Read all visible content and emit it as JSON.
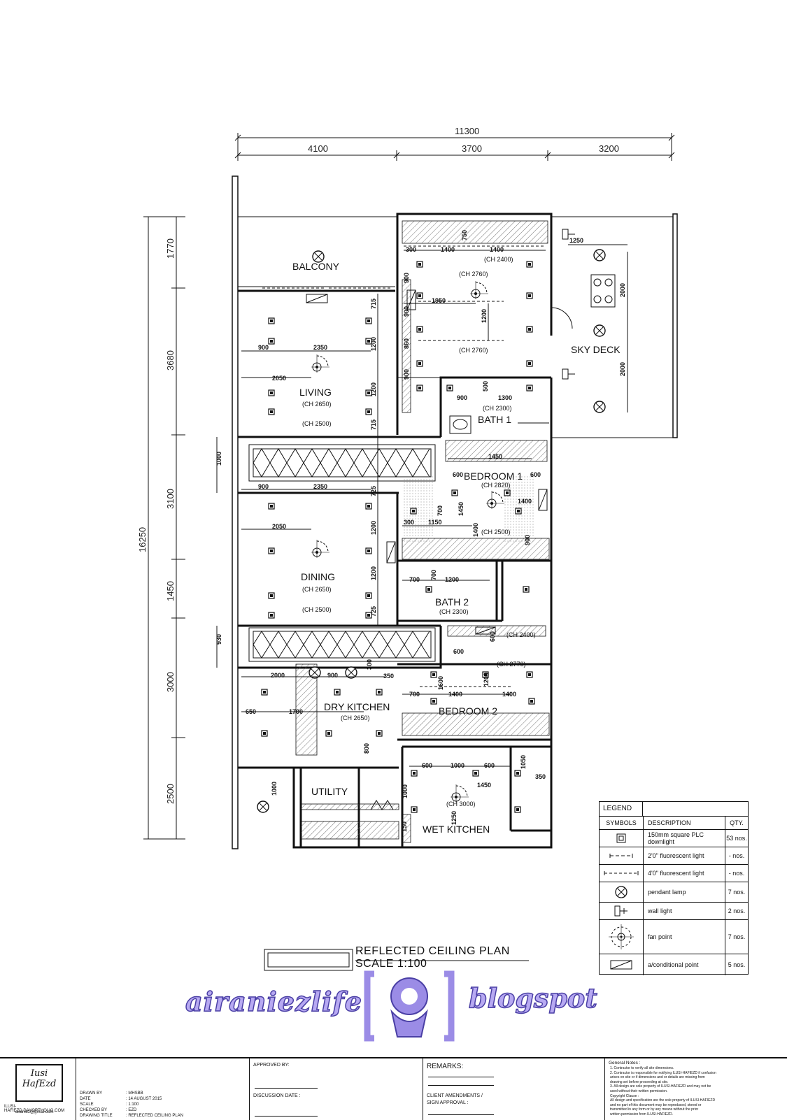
{
  "dimensions": {
    "top_total": "11300",
    "top_segments": [
      "4100",
      "3700",
      "3200"
    ],
    "left_total": "16250",
    "left_segments": [
      "1770",
      "3680",
      "3100",
      "1450",
      "3000",
      "2500"
    ]
  },
  "rooms": {
    "balcony": "BALCONY",
    "living": "LIVING",
    "living_ch1": "(CH 2650)",
    "living_ch2": "(CH 2500)",
    "dining": "DINING",
    "dining_ch1": "(CH 2650)",
    "dining_ch2": "(CH 2500)",
    "dry_kitchen": "DRY KITCHEN",
    "dry_kitchen_ch": "(CH 2650)",
    "utility": "UTILITY",
    "wet_kitchen": "WET KITCHEN",
    "wet_kitchen_ch": "(CH 3000)",
    "sky_deck": "SKY DECK",
    "bath1": "BATH 1",
    "bath1_ch": "(CH 2300)",
    "bath2": "BATH 2",
    "bath2_ch": "(CH 2300)",
    "bedroom1": "BEDROOM 1",
    "bedroom1_ch1": "(CH 2820)",
    "bedroom1_ch2": "(CH 2500)",
    "bedroom2": "BEDROOM 2",
    "bedroom2_ch1": "(CH 2770)",
    "bedroom2_ch2": "(CH 2400)",
    "master_ch1": "(CH 2400)",
    "master_ch2": "(CH 2760)",
    "master_ch3": "(CH 2760)"
  },
  "inner_dims": {
    "d300": "300",
    "d1400": "1400",
    "d750": "750",
    "d900": "900",
    "d1950": "1950",
    "d1200": "1200",
    "d860": "860",
    "d2350": "2350",
    "d2050": "2050",
    "d715": "715",
    "d1000": "1000",
    "d725": "725",
    "d930": "930",
    "d2000": "2000",
    "d1250": "1250",
    "d1300": "1300",
    "d500": "500",
    "d1450": "1450",
    "d600": "600",
    "d700": "700",
    "d1150": "1150",
    "d650": "650",
    "d1700": "1700",
    "d350": "350",
    "d800": "800",
    "d1050": "1050",
    "d1600": "1600",
    "d150": "150"
  },
  "legend": {
    "title": "LEGEND",
    "col_symbols": "SYMBOLS",
    "col_description": "DESCRIPTION",
    "col_qty": "QTY.",
    "items": [
      {
        "desc": "150mm square PLC downlight",
        "qty": "53 nos."
      },
      {
        "desc": "2'0\" fluorescent light",
        "qty": "- nos."
      },
      {
        "desc": "4'0\" fluorescent light",
        "qty": "- nos."
      },
      {
        "desc": "pendant lamp",
        "qty": "7 nos."
      },
      {
        "desc": "wall light",
        "qty": "2 nos."
      },
      {
        "desc": "fan point",
        "qty": "7 nos."
      },
      {
        "desc": "a/conditional point",
        "qty": "5 nos."
      }
    ]
  },
  "title": {
    "main": "REFLECTED CEILING PLAN",
    "scale": "SCALE 1:100"
  },
  "watermark": {
    "left": "airaniezlife",
    "right": "blogspot"
  },
  "footer": {
    "logo_top": "Iusi",
    "logo_bottom": "HafEzd",
    "web": "ILUSI-HAFIEZD.DAYORTHOLIG.COM",
    "email": "airaniez@gmail.com",
    "labels": [
      "DRAWN BY",
      "DATE",
      "SCALE",
      "CHECKED BY",
      "DRAWING TITLE"
    ],
    "values": [
      ": MHSBB",
      ": 14 AUGUST 2015",
      ": 1:100",
      ": EZD",
      ": REFLECTED CEILING PLAN"
    ],
    "approved_by": "APPROVED BY:",
    "discussion_date": "DISCUSSION DATE :",
    "remarks": "REMARKS:",
    "client_amend": "CLIENT AMENDMENTS /",
    "sign_approval": "SIGN APPROVAL :",
    "general_notes": "General Notes :",
    "notes": [
      "1. Contractor to verify all site dimensions.",
      "2. Contractor is responsible for notifying ILUSI-HAFIEZD if confusion",
      "arises on site or if dimensions and or details are missing from",
      "drawing set before proceeding at site.",
      "3. All design are sole property of ILUSI-HAFIEZD and may not be",
      "used without their written permission.",
      "Copyright Clause :",
      "All design and specification are the sole property of ILUSI-HAFIEZD",
      "and no part of this document may be reproduced, stored or",
      "transmitted in any form or by any means without the prior",
      "written permission from ILUSI-HAFIEZD."
    ]
  }
}
